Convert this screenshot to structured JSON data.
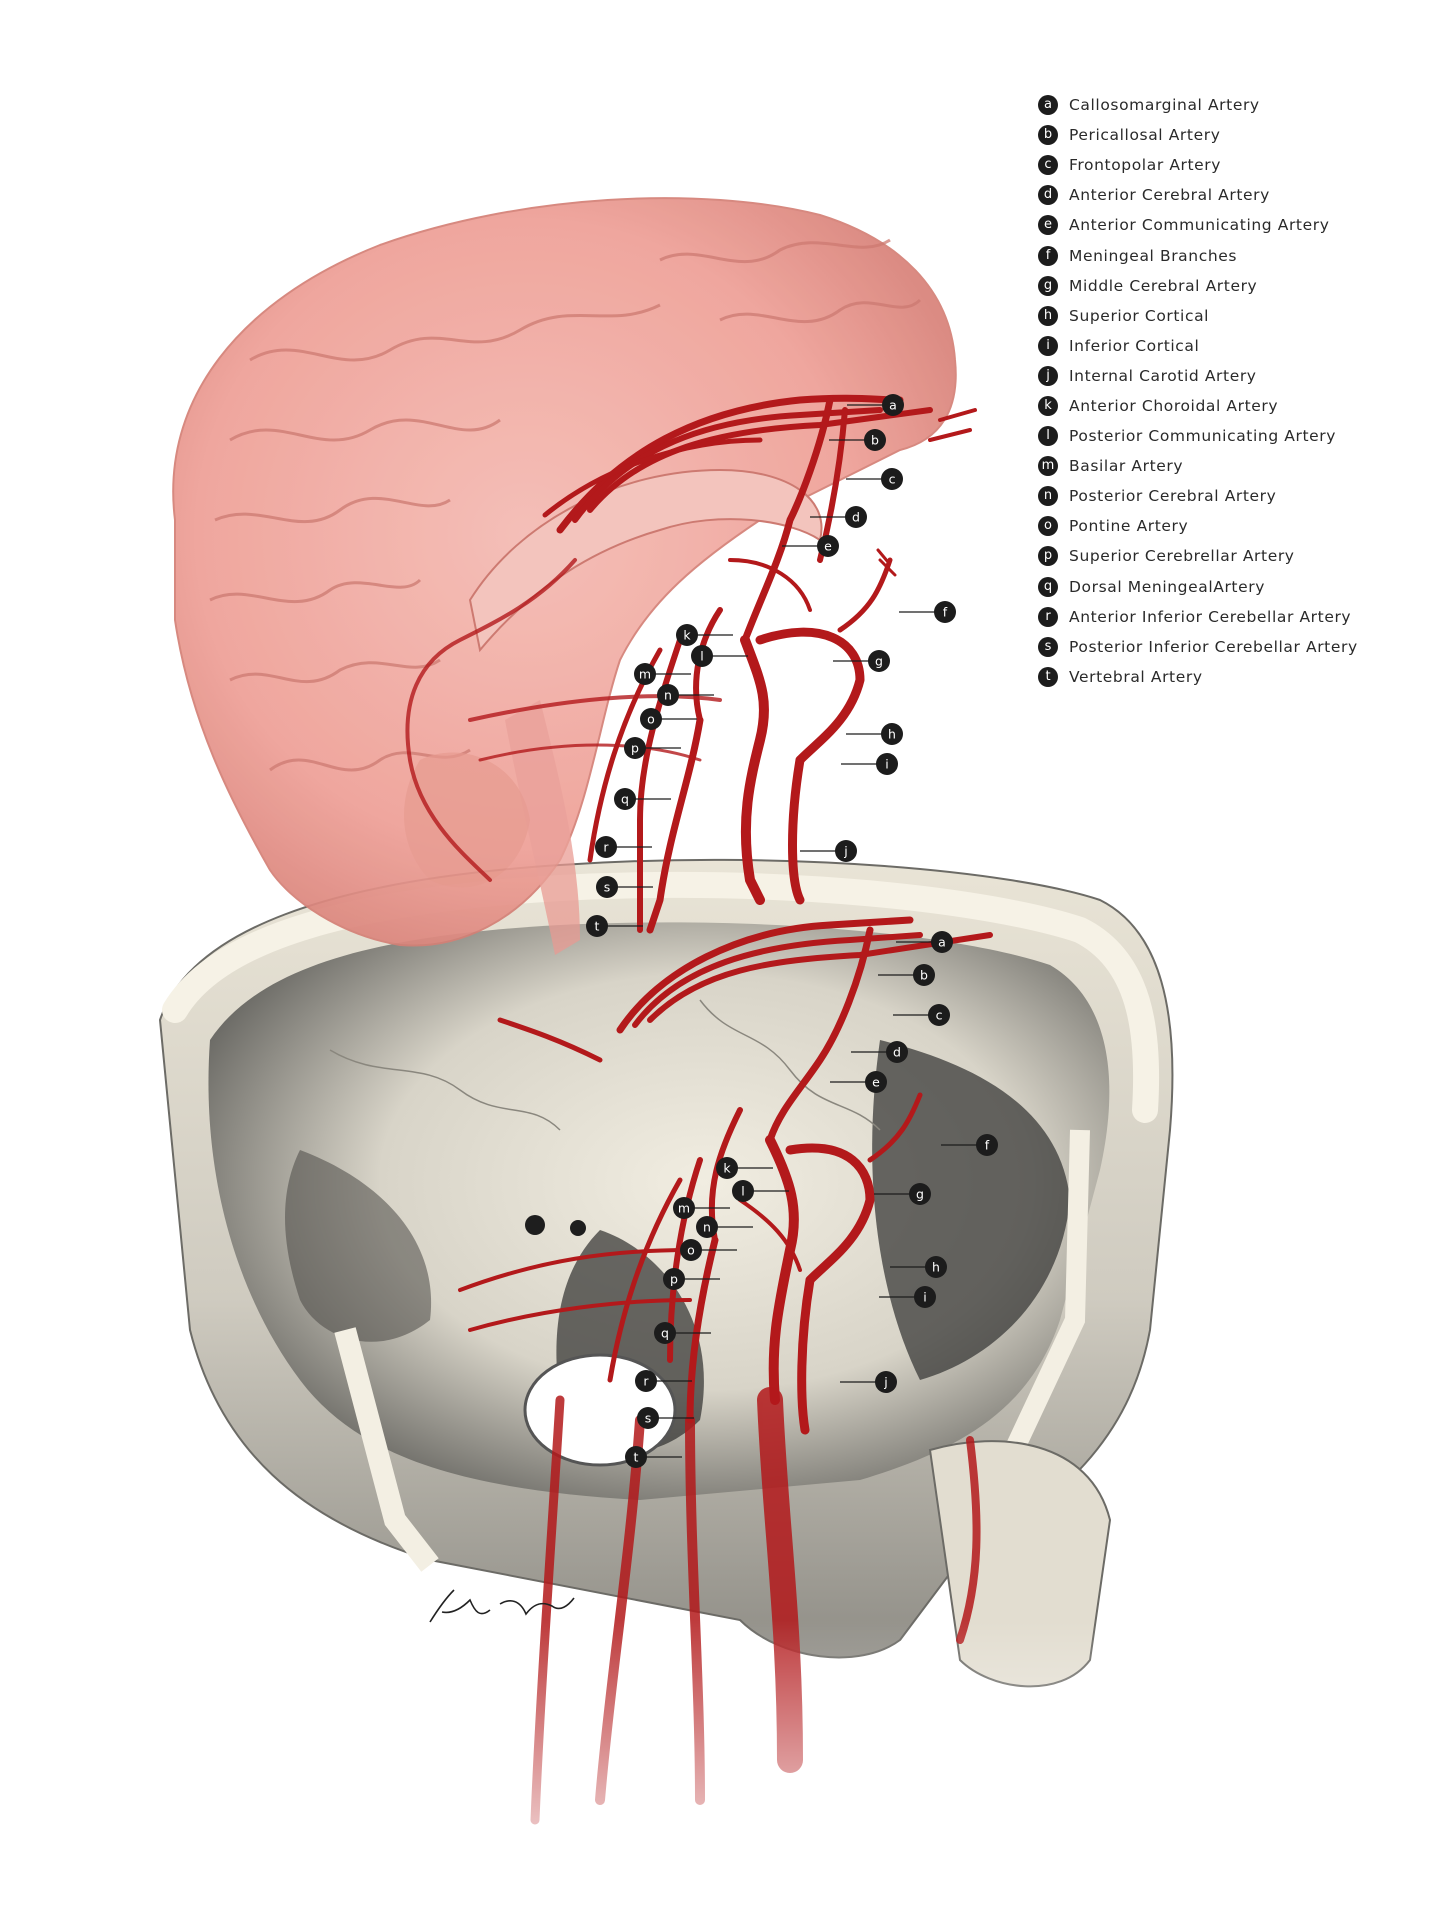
{
  "legend": [
    {
      "key": "a",
      "name": "Callosomarginal Artery"
    },
    {
      "key": "b",
      "name": "Pericallosal Artery"
    },
    {
      "key": "c",
      "name": "Frontopolar Artery"
    },
    {
      "key": "d",
      "name": "Anterior Cerebral Artery"
    },
    {
      "key": "e",
      "name": "Anterior Communicating Artery"
    },
    {
      "key": "f",
      "name": "Meningeal Branches"
    },
    {
      "key": "g",
      "name": "Middle Cerebral Artery"
    },
    {
      "key": "h",
      "name": "Superior Cortical"
    },
    {
      "key": "i",
      "name": "Inferior Cortical"
    },
    {
      "key": "j",
      "name": "Internal Carotid Artery"
    },
    {
      "key": "k",
      "name": "Anterior Choroidal Artery"
    },
    {
      "key": "l",
      "name": "Posterior Communicating Artery"
    },
    {
      "key": "m",
      "name": "Basilar Artery"
    },
    {
      "key": "n",
      "name": "Posterior Cerebral Artery"
    },
    {
      "key": "o",
      "name": "Pontine Artery"
    },
    {
      "key": "p",
      "name": "Superior Cerebrellar Artery"
    },
    {
      "key": "q",
      "name": "Dorsal MeningealArtery"
    },
    {
      "key": "r",
      "name": "Anterior Inferior Cerebellar Artery"
    },
    {
      "key": "s",
      "name": "Posterior Inferior Cerebellar Artery"
    },
    {
      "key": "t",
      "name": "Vertebral Artery"
    }
  ],
  "colors": {
    "artery": "#b3191b",
    "brain": "#efaaa2",
    "bone": "#ece6d6",
    "bone_shadow": "#7a7a74",
    "marker": "#1c1c1c"
  },
  "signature": "Vicki Zh"
}
